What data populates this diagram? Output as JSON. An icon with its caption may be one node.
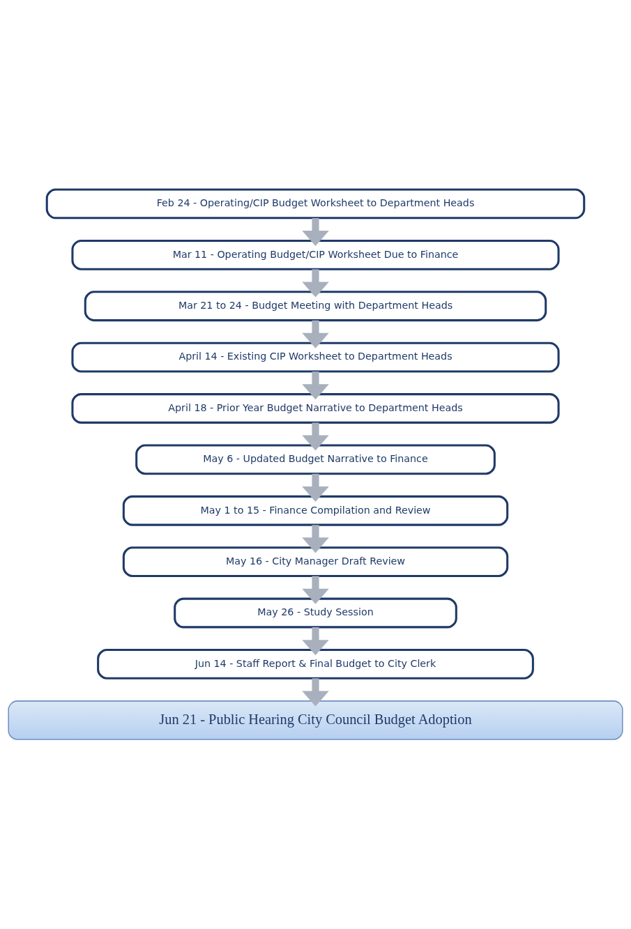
{
  "diagram": {
    "nodes": [
      {
        "text": [
          "Feb 24 - Operating/CIP Budget Worksheet to Department Heads"
        ]
      },
      {
        "text": [
          "Mar 11 - Operating Budget/CIP Worksheet Due to Finance"
        ]
      },
      {
        "text": [
          "Mar 21 to 24 - Budget Meeting with Department Heads"
        ]
      },
      {
        "text": [
          "April 14 - Existing CIP Worksheet to Department Heads"
        ]
      },
      {
        "text": [
          "April 18 - Prior Year Budget Narrative to Department Heads"
        ]
      },
      {
        "text": [
          "May 6 - Updated Budget Narrative to Finance"
        ]
      },
      {
        "text": [
          "May 1 to 15 - Finance Compilation and Review"
        ]
      },
      {
        "text": [
          "May 16 - City Manager Draft Review"
        ]
      },
      {
        "text": [
          "May 26 - Study Session"
        ]
      },
      {
        "text": [
          "Jun 14 - Staff Report & Final Budget to City Clerk"
        ]
      },
      {
        "text": [
          "Jun 21 - Public Hearing City Council Budget Adoption"
        ]
      }
    ],
    "edges": [
      {
        "from": 0,
        "to": 1,
        "arrow": "to"
      },
      {
        "from": 1,
        "to": 2,
        "arrow": "to"
      },
      {
        "from": 2,
        "to": 3,
        "arrow": "to"
      },
      {
        "from": 3,
        "to": 4,
        "arrow": "to"
      },
      {
        "from": 4,
        "to": 5,
        "arrow": "to"
      },
      {
        "from": 5,
        "to": 6,
        "arrow": "to"
      },
      {
        "from": 6,
        "to": 7,
        "arrow": "to"
      },
      {
        "from": 7,
        "to": 8,
        "arrow": "to"
      },
      {
        "from": 8,
        "to": 9,
        "arrow": "to"
      },
      {
        "from": 9,
        "to": 10,
        "arrow": "to"
      }
    ]
  }
}
